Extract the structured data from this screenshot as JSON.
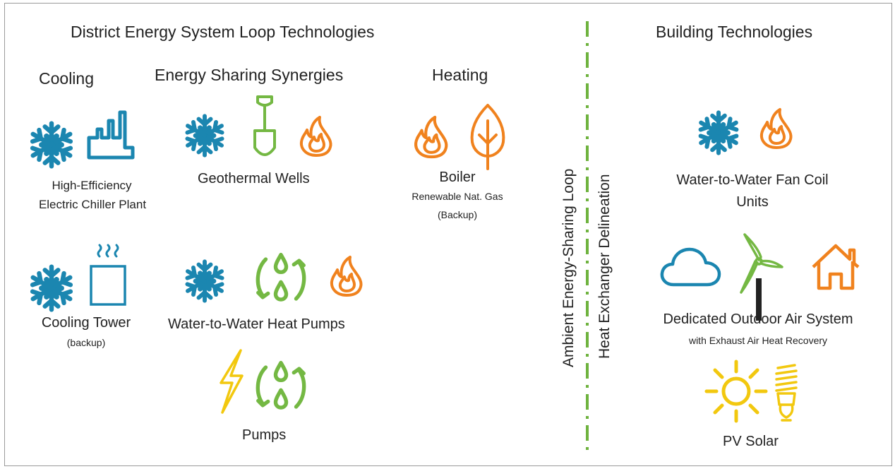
{
  "loop_title": "District Energy System Loop Technologies",
  "building_title": "Building Technologies",
  "cooling": {
    "heading": "Cooling",
    "chiller": {
      "line1": "High-Efficiency",
      "line2": "Electric Chiller Plant"
    },
    "tower": {
      "line1": "Cooling Tower",
      "line2": "(backup)"
    }
  },
  "sharing": {
    "heading": "Energy Sharing Synergies",
    "geo": "Geothermal Wells",
    "hp": "Water-to-Water Heat Pumps",
    "pumps": "Pumps"
  },
  "heating": {
    "heading": "Heating",
    "boiler": {
      "line1": "Boiler",
      "line2": "Renewable Nat. Gas",
      "line3": "(Backup)"
    }
  },
  "vertical": {
    "loop": "Ambient Energy-Sharing Loop",
    "hx": "Heat Exchanger Delineation"
  },
  "building": {
    "fancoil": {
      "line1": "Water-to-Water Fan Coil",
      "line2": "Units"
    },
    "doas": {
      "line1": "Dedicated Outdoor Air System",
      "line2": "with Exhaust Air Heat Recovery"
    },
    "pv": "PV Solar"
  },
  "colors": {
    "blue": "#1b86b0",
    "orange": "#f0821e",
    "green": "#74b843",
    "yellow": "#f2c80f",
    "dark": "#222222",
    "divider": "#6fb33f"
  }
}
